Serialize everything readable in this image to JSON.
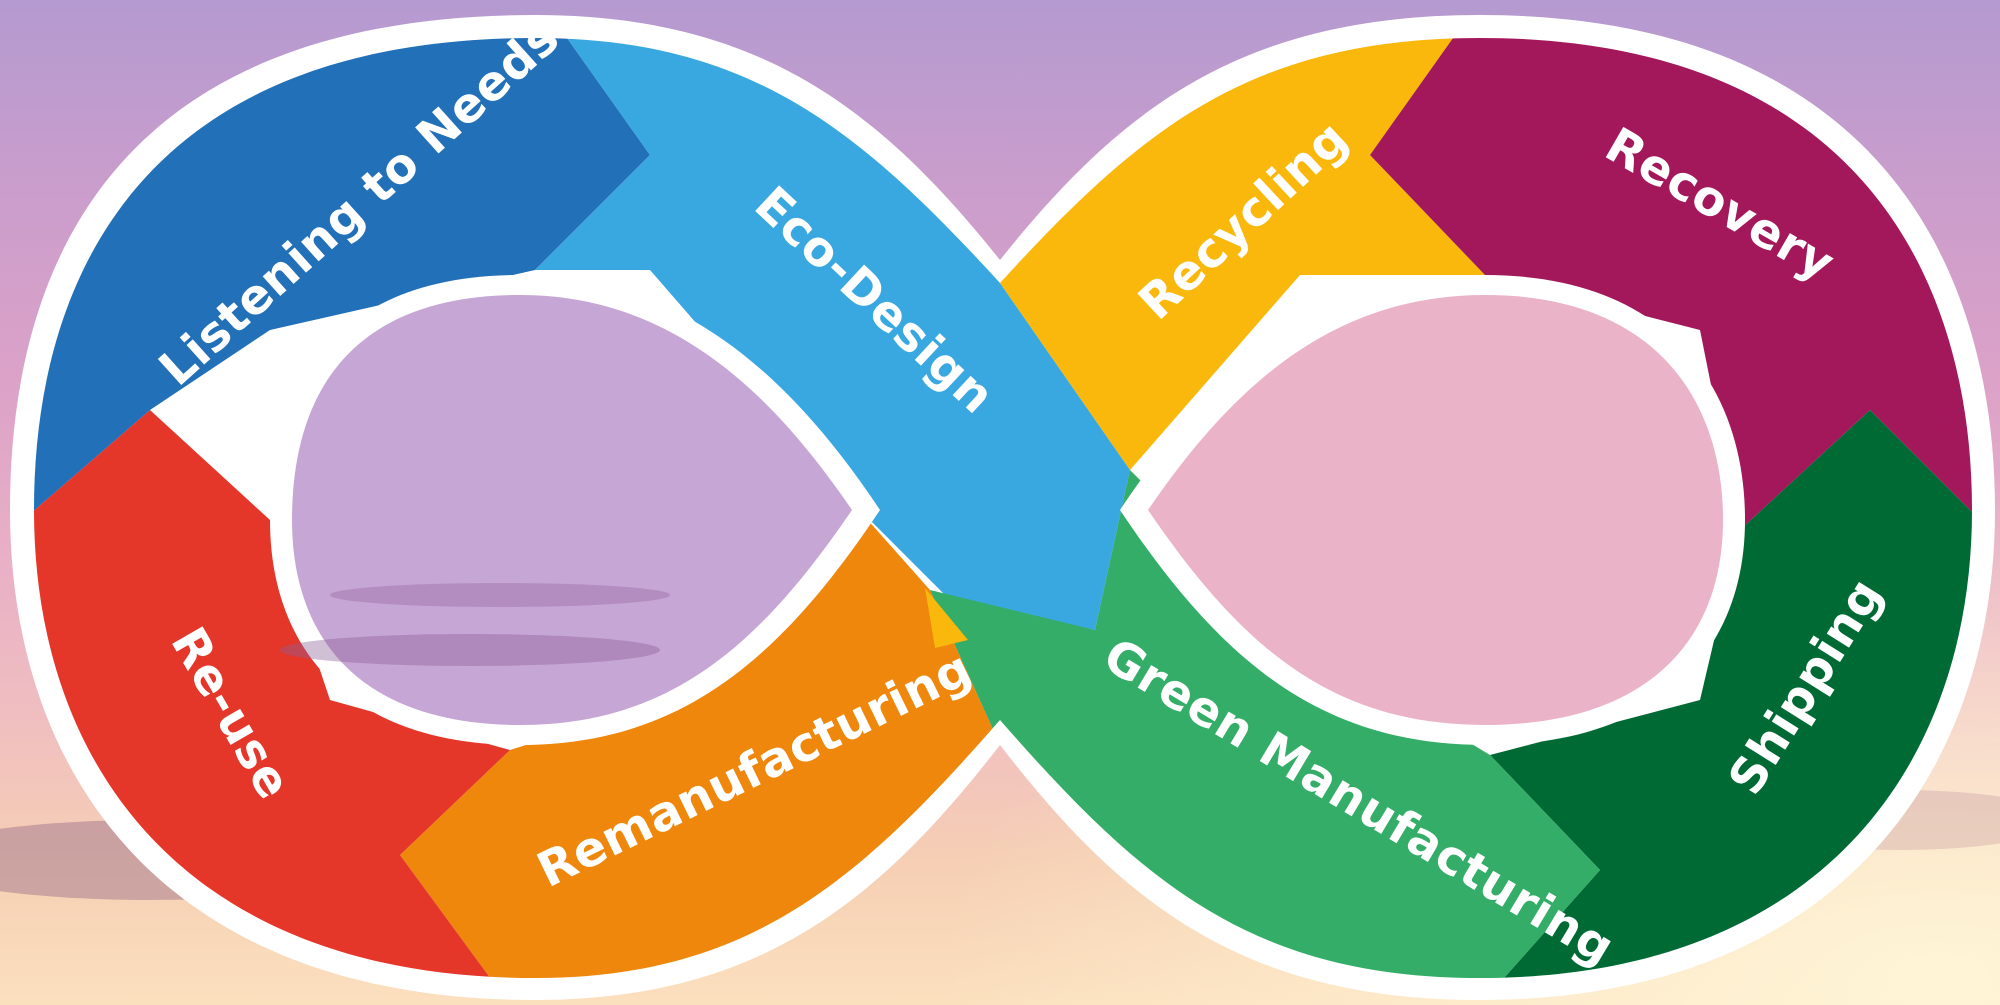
{
  "diagram": {
    "type": "infinity-loop",
    "segments": [
      {
        "id": "listening",
        "label": "Listening to Needs",
        "color": "#2270b8"
      },
      {
        "id": "eco-design",
        "label": "Eco-Design",
        "color": "#3aa8e0"
      },
      {
        "id": "recycling",
        "label": "Recycling",
        "color": "#f9b80b"
      },
      {
        "id": "recovery",
        "label": "Recovery",
        "color": "#a3185a"
      },
      {
        "id": "shipping",
        "label": "Shipping",
        "color": "#006a35"
      },
      {
        "id": "green-manufacturing",
        "label": "Green Manufacturing",
        "color": "#33ad67"
      },
      {
        "id": "remanufacturing",
        "label": "Remanufacturing",
        "color": "#ee870b"
      },
      {
        "id": "re-use",
        "label": "Re-use",
        "color": "#e5362a"
      }
    ],
    "outline_color": "#ffffff"
  }
}
